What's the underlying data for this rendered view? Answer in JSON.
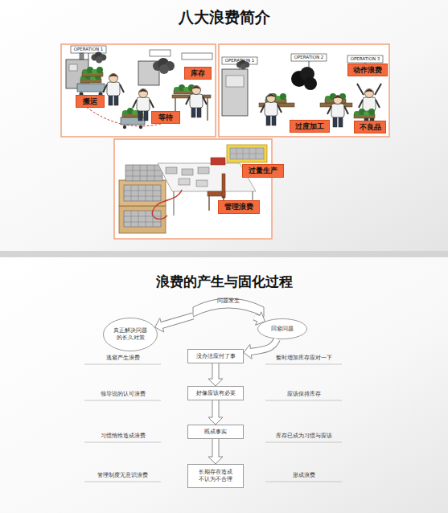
{
  "diagram": {
    "title": "八大浪费简介",
    "nodes": [
      {
        "text": [
          "搬运"
        ]
      },
      {
        "text": [
          "等待"
        ]
      },
      {
        "text": [
          "库存"
        ]
      },
      {
        "text": [
          "过度加工"
        ]
      },
      {
        "text": [
          "不良品"
        ]
      },
      {
        "text": [
          "动作浪费"
        ]
      },
      {
        "text": [
          "过量生产"
        ]
      },
      {
        "text": [
          "管理浪费"
        ]
      },
      {
        "text": [
          "问题发生"
        ]
      },
      {
        "text": [
          "真正解决问题 的长久对策"
        ]
      },
      {
        "text": [
          "回避问题"
        ]
      },
      {
        "text": [
          "没办法应付了事"
        ]
      },
      {
        "text": [
          "好像应该有必要"
        ]
      },
      {
        "text": [
          "既成事实"
        ]
      },
      {
        "text": [
          "长期存在造成 不认为不合理"
        ]
      }
    ],
    "edges": [
      {
        "from": 8,
        "to": 9,
        "arrow": "to"
      },
      {
        "from": 8,
        "to": 10,
        "arrow": "to"
      },
      {
        "from": 10,
        "to": 11,
        "arrow": "to"
      },
      {
        "from": 11,
        "to": 12,
        "arrow": "to"
      },
      {
        "from": 12,
        "to": 13,
        "arrow": "to"
      },
      {
        "from": 13,
        "to": 14,
        "arrow": "to"
      }
    ],
    "labels": [
      "OPERATION 1",
      "OPERATION 1",
      "OPERATION 2",
      "OPERATION 3",
      "浪费的产生与固化过程",
      "逃避产生浪费",
      "暂时增加库存应对一下",
      "领导说的认可浪费",
      "应该保持库存",
      "习惯惰性造成浪费",
      "库存已成为习惯与应该",
      "管理制度无意识浪费",
      "形成浪费"
    ]
  }
}
